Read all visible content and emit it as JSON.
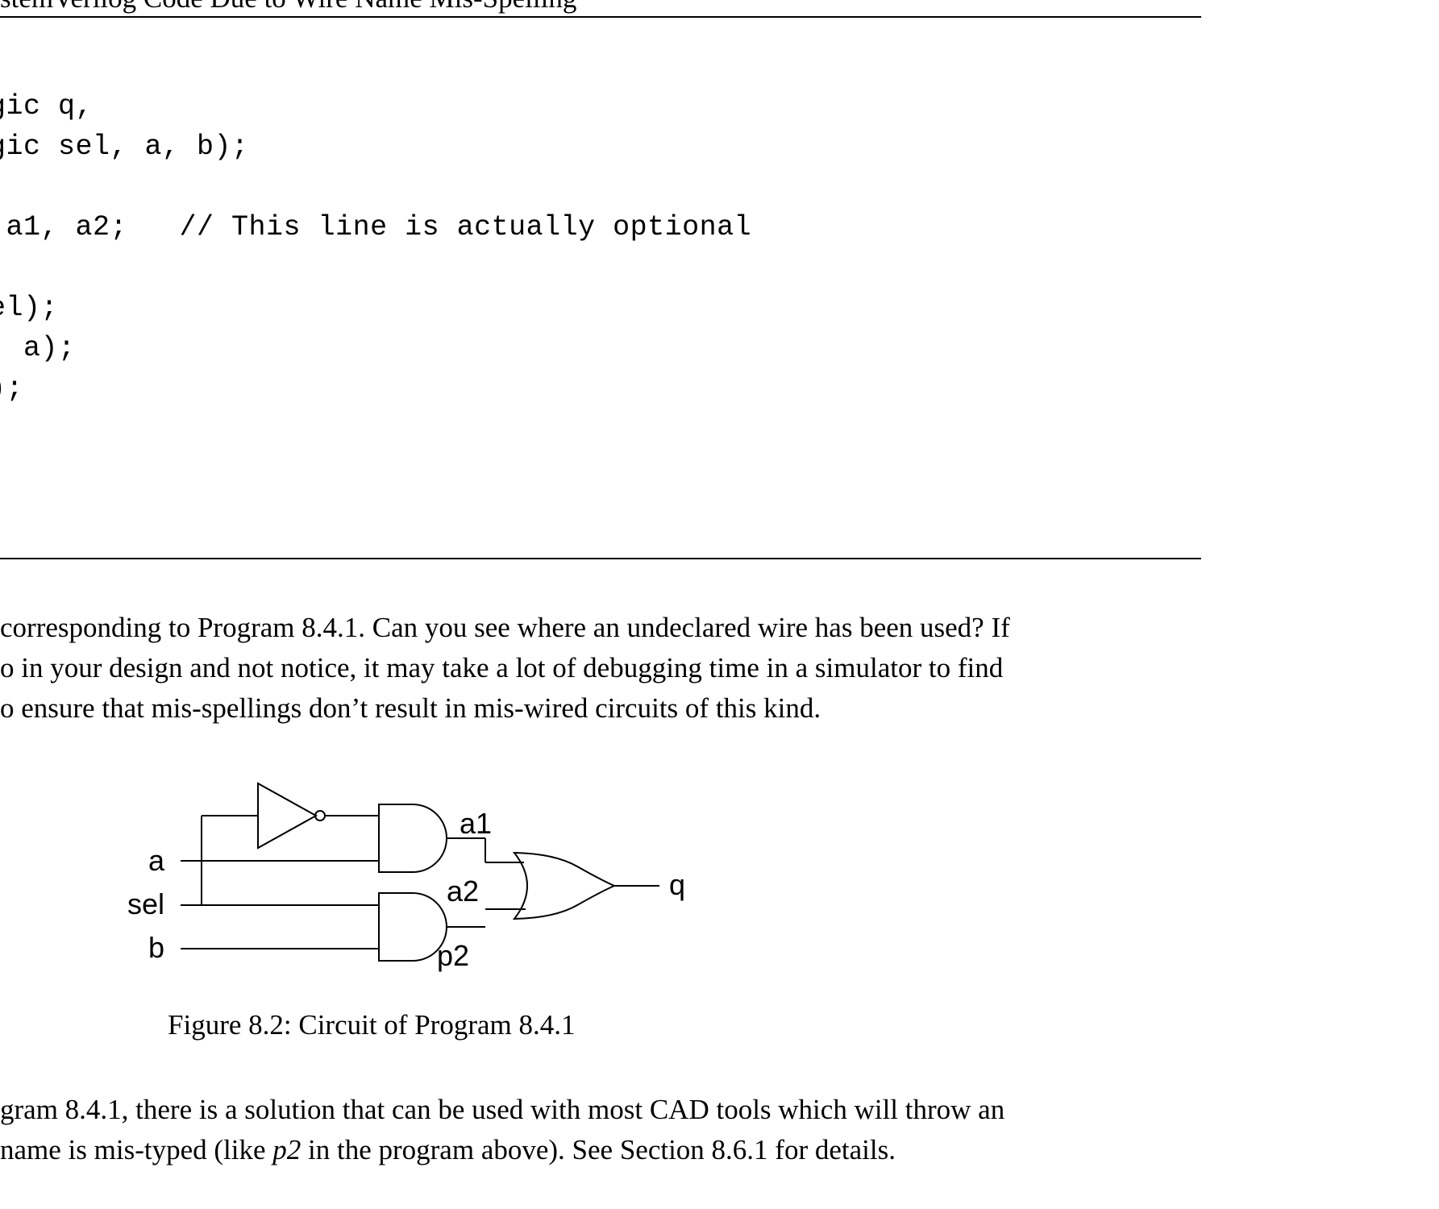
{
  "listing": {
    "caption": "stemVerilog Code Due to Wire Name Mis-Spelling",
    "code_lines": [
      "gic q,",
      "gic sel, a, b);",
      " a1, a2;   // This line is actually optional",
      "el);",
      ", a);",
      ");"
    ]
  },
  "body": {
    "paragraph1": [
      "corresponding to Program 8.4.1. Can you see where an undeclared wire has been used? If",
      "o in your design and not notice, it may take a lot of debugging time in a simulator to find",
      "o ensure that mis-spellings don’t result in mis-wired circuits of this kind."
    ],
    "paragraph2": {
      "line1": "gram 8.4.1, there is a solution that can be used with most CAD tools which will throw an",
      "line2_before": "name is mis-typed (like ",
      "line2_em": "p2",
      "line2_after": " in the program above). See Section 8.6.1 for details."
    }
  },
  "figure": {
    "caption": "Figure 8.2: Circuit of Program 8.4.1",
    "labels": {
      "input_a": "a",
      "input_sel": "sel",
      "input_b": "b",
      "wire_a1": "a1",
      "wire_a2": "a2",
      "wire_p2": "p2",
      "output_q": "q"
    }
  }
}
